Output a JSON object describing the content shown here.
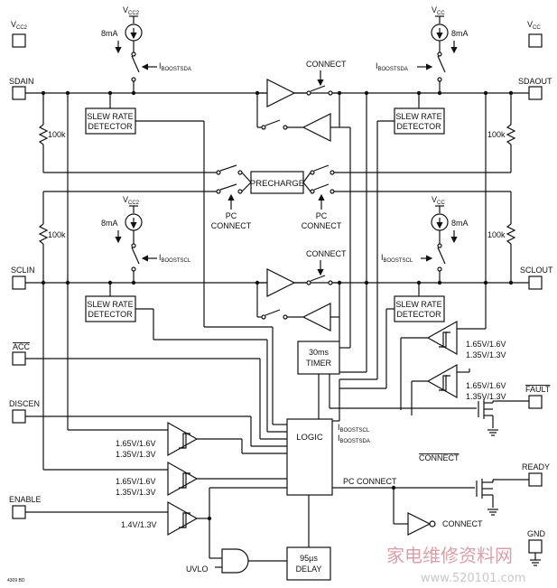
{
  "pins": {
    "vcc2": "V",
    "vcc2_sub": "CC2",
    "vcc": "V",
    "vcc_sub": "CC",
    "sdain": "SDAIN",
    "sdaout": "SDAOUT",
    "sclin": "SCLIN",
    "sclout": "SCLOUT",
    "acc": "ACC",
    "discen": "DISCEN",
    "enable": "ENABLE",
    "fault": "FAULT",
    "ready": "READY",
    "gnd": "GND"
  },
  "sources": {
    "vcc2": "V",
    "vcc2_sub": "CC2",
    "vcc": "V",
    "vcc_sub": "CC",
    "current": "8mA"
  },
  "switches": {
    "iboost": "I",
    "sda_sub": "BOOSTSDA",
    "scl_sub": "BOOSTSCL",
    "connect": "CONNECT",
    "pc": "PC",
    "pc_connect2": "CONNECT"
  },
  "resistors": {
    "value": "100k"
  },
  "blocks": {
    "slew_rate": "SLEW RATE",
    "detector": "DETECTOR",
    "precharge": "PRECHARGE",
    "timer_line1": "30ms",
    "timer_line2": "TIMER",
    "logic": "LOGIC",
    "delay_line1": "95µs",
    "delay_line2": "DELAY"
  },
  "comparators": {
    "th_a1": "1.65V/1.6V",
    "th_a2": "1.35V/1.3V",
    "th_enable": "1.4V/1.3V"
  },
  "logic_outputs": {
    "i": "I",
    "scl_sub": "BOOSTSCL",
    "sda_sub": "BOOSTSDA",
    "pc_connect": "PC CONNECT",
    "connect_bar": "CONNECT",
    "connect_out": "CONNECT"
  },
  "uvlo": "UVLO",
  "part_code": "4309 BD",
  "watermark": {
    "chinese": "家电维修资料网",
    "url": "www.520101.com"
  }
}
